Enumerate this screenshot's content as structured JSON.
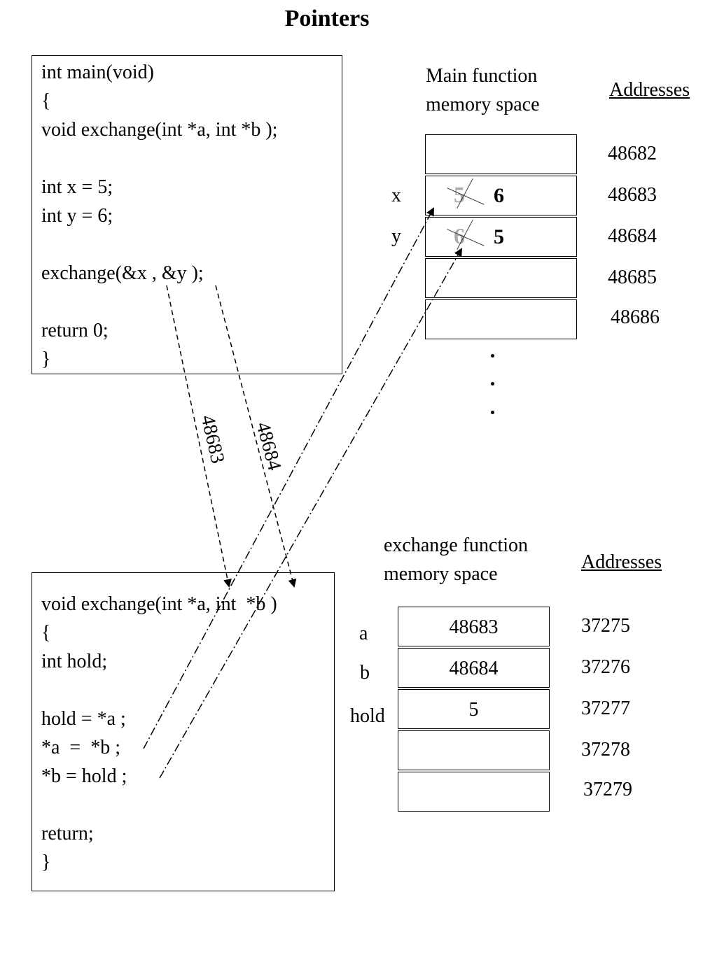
{
  "title": "Pointers",
  "main_code": [
    "int main(void)",
    "{",
    "void exchange(int *a, int *b );",
    "",
    "int x = 5;",
    "int y = 6;",
    "",
    "exchange(&x , &y );",
    "",
    "return 0;",
    "}"
  ],
  "exchange_code": [
    "void exchange(int *a, int  *b )",
    "{",
    "int hold;",
    "",
    "hold = *a ;",
    "*a  =  *b ;",
    "*b = hold ;",
    "",
    "return;",
    "}"
  ],
  "main_memory": {
    "heading_line1": "Main function",
    "heading_line2": "memory space",
    "addresses_heading": "Addresses",
    "cells": [
      {
        "label": "",
        "old_value": "",
        "new_value": "",
        "address": "48682"
      },
      {
        "label": "x",
        "old_value": "5",
        "new_value": "6",
        "address": "48683"
      },
      {
        "label": "y",
        "old_value": "6",
        "new_value": "5",
        "address": "48684"
      },
      {
        "label": "",
        "old_value": "",
        "new_value": "",
        "address": "48685"
      },
      {
        "label": "",
        "old_value": "",
        "new_value": "",
        "address": "48686"
      }
    ]
  },
  "exchange_memory": {
    "heading_line1": "exchange function",
    "heading_line2": "memory space",
    "addresses_heading": "Addresses",
    "cells": [
      {
        "label": "a",
        "value": "48683",
        "address": "37275"
      },
      {
        "label": "b",
        "value": "48684",
        "address": "37276"
      },
      {
        "label": "hold",
        "value": "5",
        "address": "37277"
      },
      {
        "label": "",
        "value": "",
        "address": "37278"
      },
      {
        "label": "",
        "value": "",
        "address": "37279"
      }
    ]
  },
  "arrow_labels": {
    "x_address": "48683",
    "y_address": "48684"
  }
}
